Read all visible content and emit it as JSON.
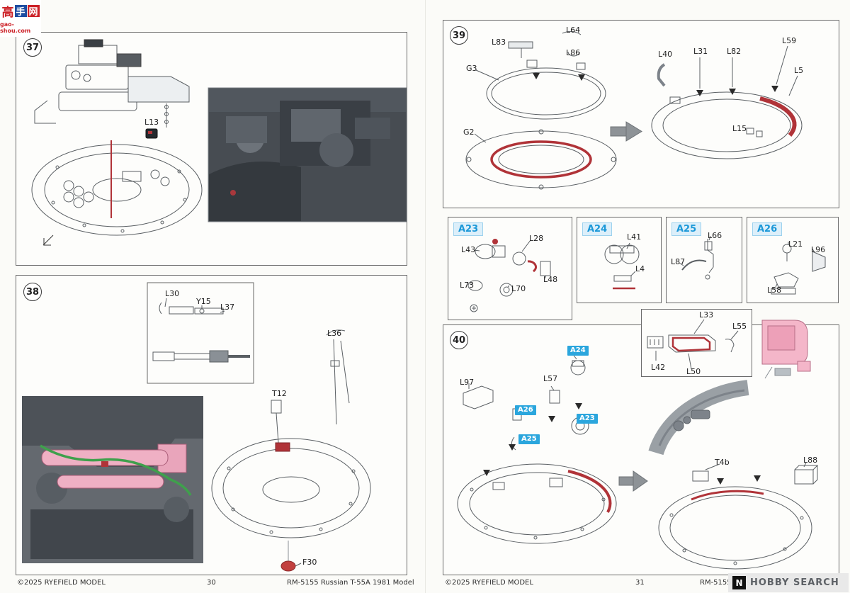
{
  "watermarks": {
    "site": {
      "char1": "高",
      "char2": "手",
      "char3": "网",
      "url": "gao-shou.com"
    },
    "shop": {
      "name": "HOBBY SEARCH",
      "logo_letter": "N"
    }
  },
  "colors": {
    "highlight_red": "#b03338",
    "highlight_pink": "#f4b6c9",
    "cable_green": "#3fa04c",
    "callout_blue": "#2ba6dd"
  },
  "left_page": {
    "step37": {
      "number": "37",
      "labels": {
        "L13": "L13"
      }
    },
    "step38": {
      "number": "38",
      "labels": {
        "L30": "L30",
        "Y15": "Y15",
        "L37": "L37",
        "L36": "L36",
        "T12": "T12",
        "F30": "F30"
      }
    },
    "footer": {
      "copyright": "©2025 RYEFIELD MODEL",
      "page_number": "30",
      "model_name": "RM-5155 Russian T-55A 1981 Model"
    }
  },
  "right_page": {
    "step39": {
      "number": "39",
      "labels": {
        "L83": "L83",
        "L64": "L64",
        "L86": "L86",
        "G3": "G3",
        "G2": "G2",
        "L40": "L40",
        "L31": "L31",
        "L82": "L82",
        "L59": "L59",
        "L5": "L5",
        "L15": "L15"
      }
    },
    "panels": {
      "A23": {
        "id": "A23",
        "labels": {
          "L43": "L43",
          "L28": "L28",
          "L73": "L73",
          "L70": "L70",
          "L48": "L48"
        }
      },
      "A24": {
        "id": "A24",
        "labels": {
          "L41": "L41",
          "L4": "L4"
        }
      },
      "A25": {
        "id": "A25",
        "labels": {
          "L66": "L66",
          "L87": "L87"
        }
      },
      "A26": {
        "id": "A26",
        "labels": {
          "L21": "L21",
          "L96": "L96",
          "L58": "L58"
        }
      }
    },
    "step40": {
      "number": "40",
      "labels": {
        "L33": "L33",
        "L55": "L55",
        "L42": "L42",
        "L50": "L50",
        "L97": "L97",
        "L57": "L57",
        "T4b": "T4b",
        "L88": "L88"
      },
      "callouts": {
        "A24": "A24",
        "A26": "A26",
        "A25": "A25",
        "A23": "A23"
      }
    },
    "footer": {
      "copyright": "©2025 RYEFIELD MODEL",
      "page_number": "31",
      "model_name": "RM-5155 Russian T-55A 1981 Model"
    }
  }
}
